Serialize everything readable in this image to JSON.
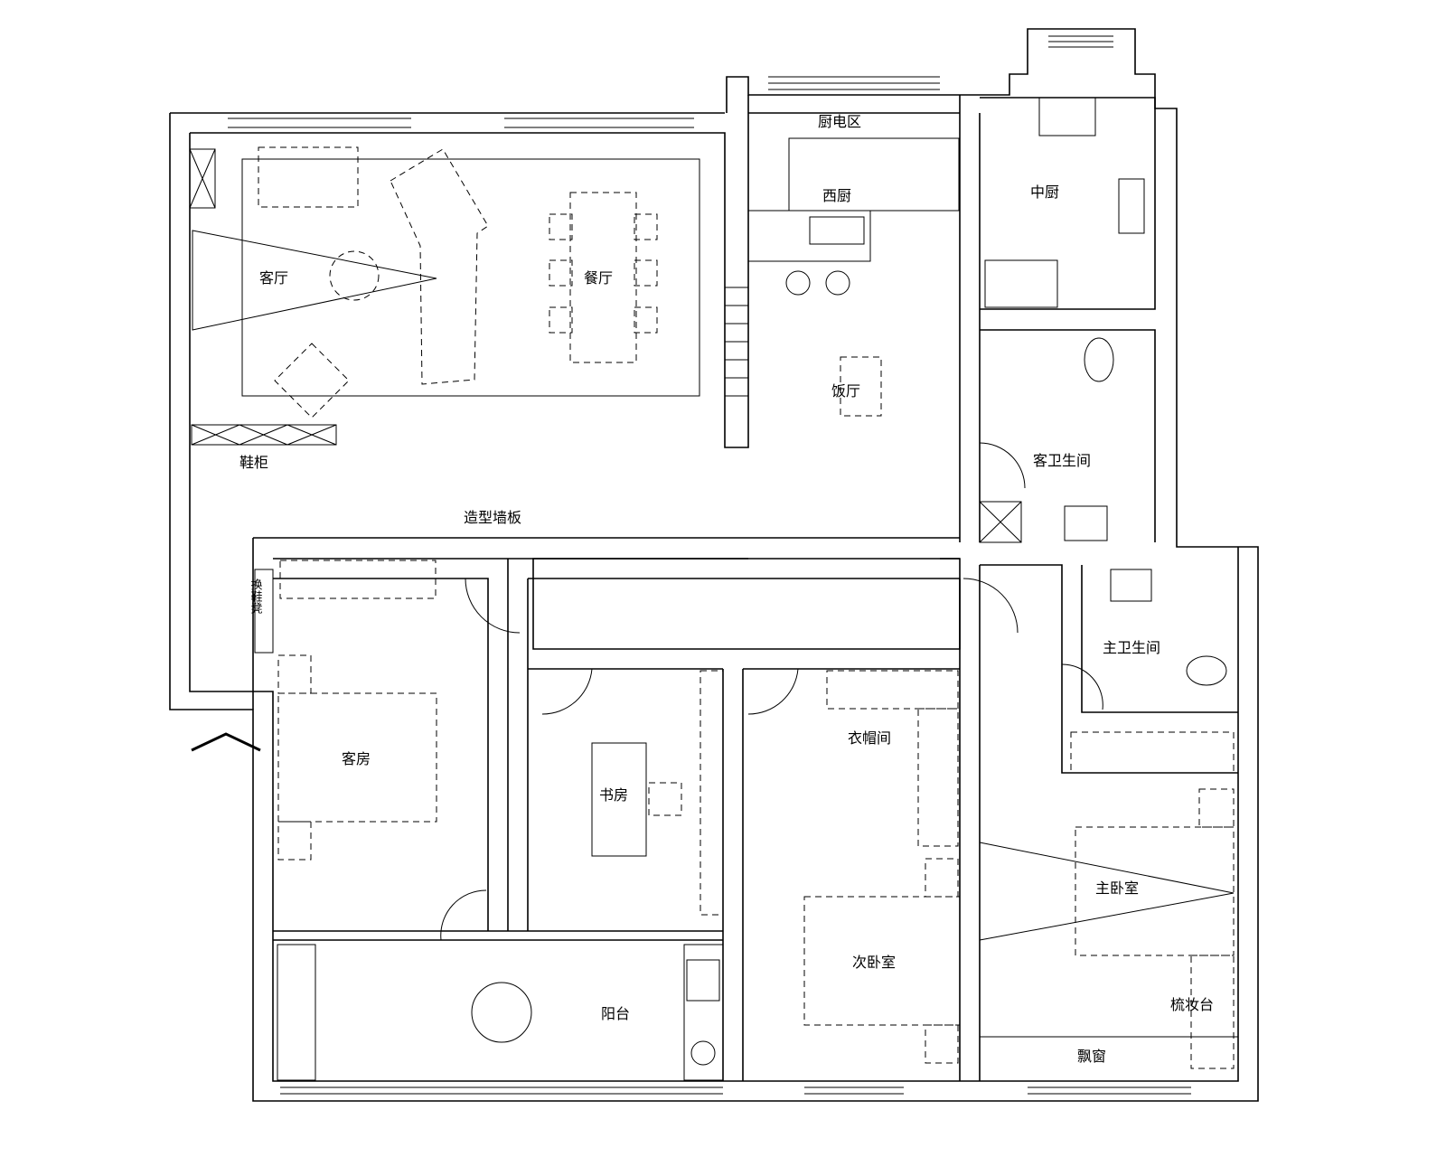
{
  "rooms": {
    "living_room": "客厅",
    "dining_label": "餐厅",
    "meal_room": "饭厅",
    "kitchen_appliance": "厨电区",
    "western_kitchen": "西厨",
    "chinese_kitchen": "中厨",
    "guest_bathroom": "客卫生间",
    "master_bathroom": "主卫生间",
    "shoe_cabinet": "鞋柜",
    "feature_wall": "造型墙板",
    "shoe_bench": "换鞋凳",
    "guest_room": "客房",
    "study": "书房",
    "cloakroom": "衣帽间",
    "second_bedroom": "次卧室",
    "master_bedroom": "主卧室",
    "balcony": "阳台",
    "dresser": "梳妆台",
    "bay_window": "飘窗"
  }
}
